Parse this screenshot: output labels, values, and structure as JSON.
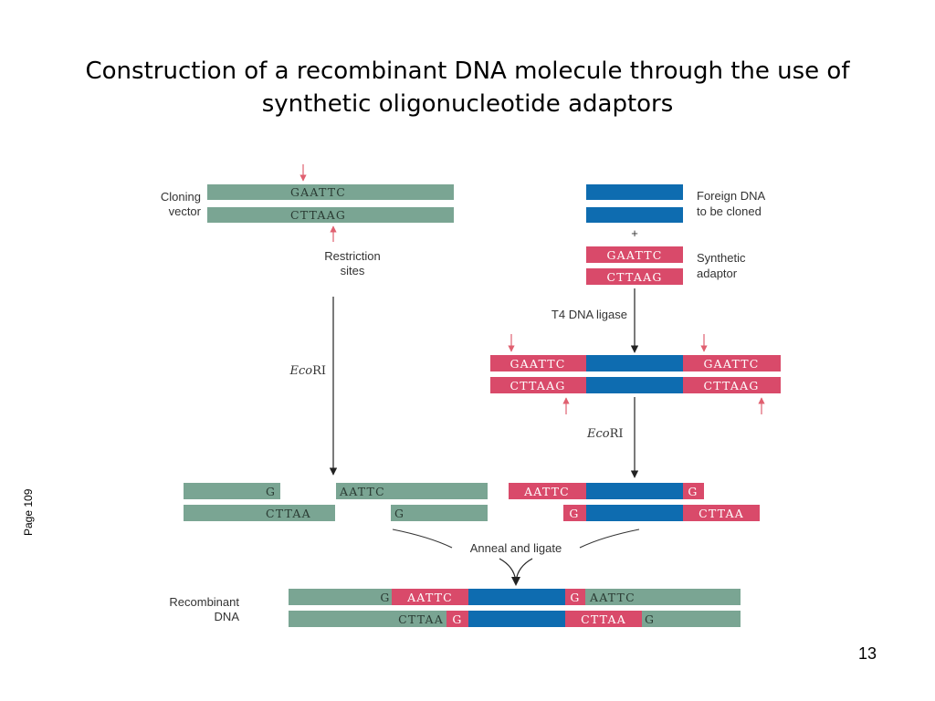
{
  "slide": {
    "title_line1": "Construction of a recombinant DNA molecule through the use of",
    "title_line2": "synthetic oligonucleotide adaptors",
    "page_number": "13",
    "side_note": "Page 109"
  },
  "labels": {
    "cloning_vector_1": "Cloning",
    "cloning_vector_2": "vector",
    "restriction_1": "Restriction",
    "restriction_2": "sites",
    "foreign_1": "Foreign DNA",
    "foreign_2": "to be cloned",
    "plus": "+",
    "synthetic_1": "Synthetic",
    "synthetic_2": "adaptor",
    "ligase": "T4 DNA ligase",
    "eco_italic": "Eco",
    "eco_roman": "RI",
    "anneal": "Anneal and ligate",
    "recombinant_1": "Recombinant",
    "recombinant_2": "DNA"
  },
  "sequences": {
    "vector_top": "GAATTC",
    "vector_bottom": "CTTAAG",
    "adaptor_top": "GAATTC",
    "adaptor_bottom": "CTTAAG",
    "lig_left_top": "GAATTC",
    "lig_left_bottom": "CTTAAG",
    "lig_right_top": "GAATTC",
    "lig_right_bottom": "CTTAAG",
    "cut_vec_top_left": "G",
    "cut_vec_top_right": "AATTC",
    "cut_vec_bottom_left": "CTTAA",
    "cut_vec_bottom_right": "G",
    "cut_ins_top_left": "AATTC",
    "cut_ins_top_right": "G",
    "cut_ins_bottom_left": "G",
    "cut_ins_bottom_right": "CTTAA",
    "rec_top_1": "G",
    "rec_top_2": "AATTC",
    "rec_top_3": "G",
    "rec_top_4": "AATTC",
    "rec_bottom_1": "CTTAA",
    "rec_bottom_2": "G",
    "rec_bottom_3": "CTTAA",
    "rec_bottom_4": "G"
  },
  "colors": {
    "vector": "#7aa593",
    "foreign": "#0e6cb0",
    "adaptor": "#d94a6a",
    "arrow_red": "#e06070",
    "line": "#333333"
  }
}
